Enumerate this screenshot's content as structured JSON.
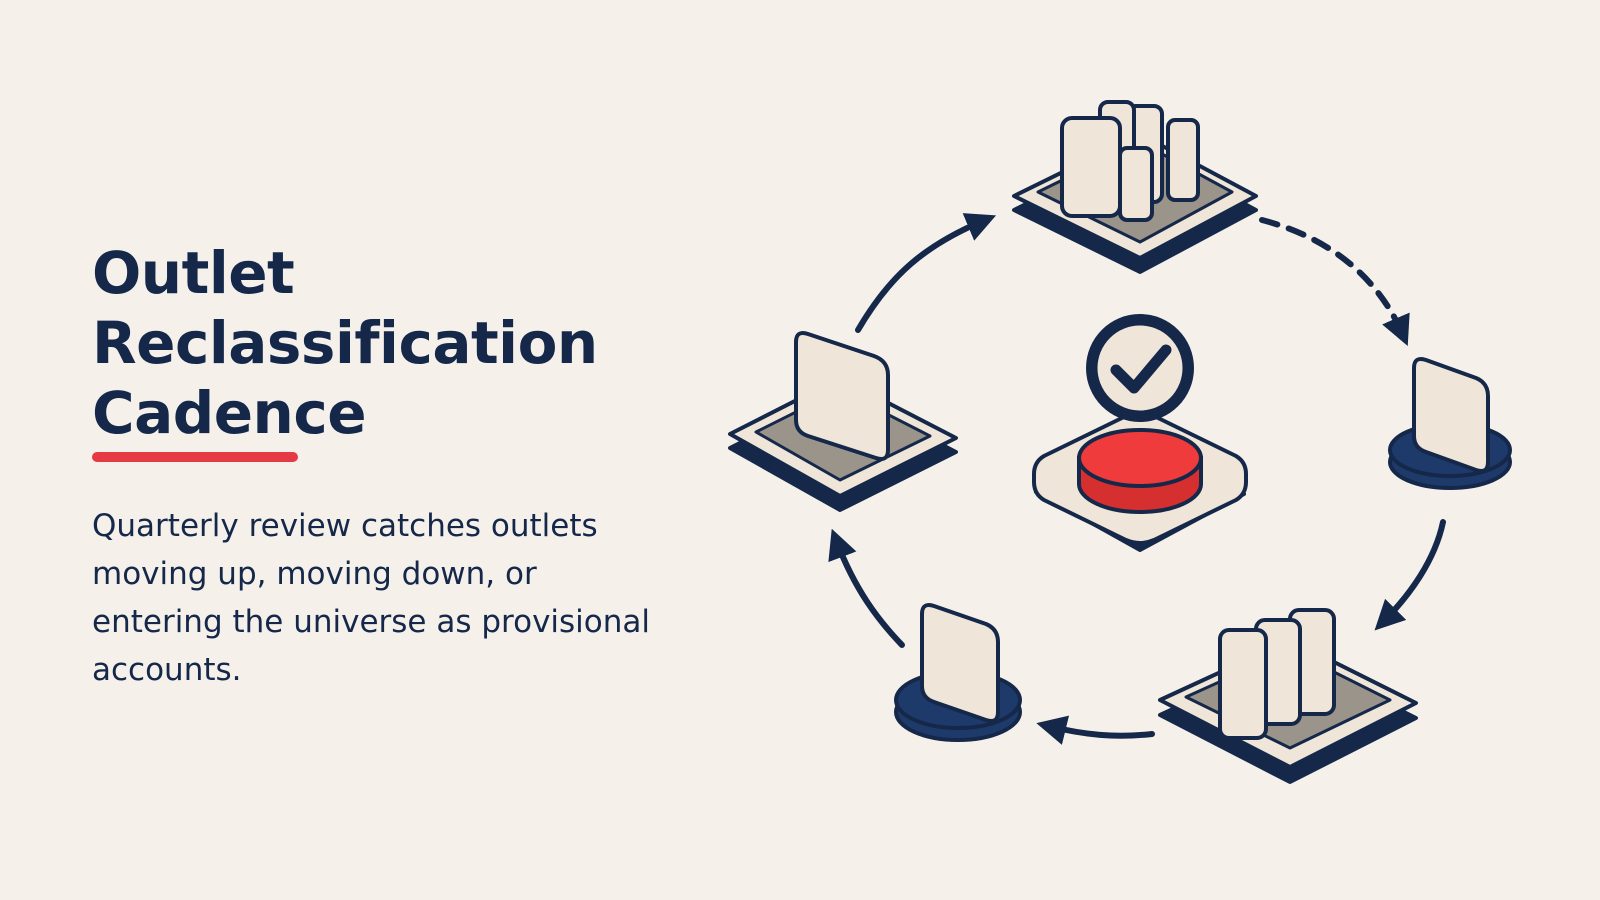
{
  "title": {
    "lines": [
      "Outlet",
      "Reclassification",
      "Cadence"
    ]
  },
  "body": "Quarterly review catches outlets moving up, moving down, or entering the universe as provisional accounts.",
  "colors": {
    "background": "#f5f1ea",
    "navy": "#15284a",
    "accent_red": "#e63946",
    "cream": "#efe5d8",
    "tray_inner": "#9b948b"
  },
  "diagram": {
    "center_icon": "checkmark-badge-icon",
    "center_base": "red-button-icon",
    "nodes": [
      {
        "icon": "tray-many-cards-icon"
      },
      {
        "icon": "single-card-disc-icon"
      },
      {
        "icon": "tray-three-cards-icon"
      },
      {
        "icon": "single-card-disc-icon"
      },
      {
        "icon": "tray-one-card-icon"
      }
    ]
  }
}
